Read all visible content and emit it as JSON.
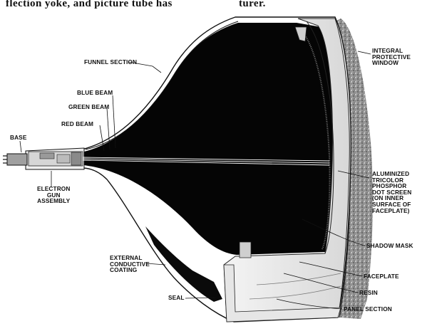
{
  "top_text": {
    "left": "flection  yoke,  and  picture  tube  has",
    "right": "turer."
  },
  "labels": {
    "base": "BASE",
    "funnel_section": "FUNNEL SECTION",
    "blue_beam": "BLUE BEAM",
    "green_beam": "GREEN BEAM",
    "red_beam": "RED BEAM",
    "electron_gun_assembly": [
      "ELECTRON",
      "GUN",
      "ASSEMBLY"
    ],
    "external_conductive_coating": [
      "EXTERNAL",
      "CONDUCTIVE",
      "COATING"
    ],
    "seal": "SEAL",
    "integral_protective_window": [
      "INTEGRAL",
      "PROTECTIVE",
      "WINDOW"
    ],
    "aluminized_screen": [
      "ALUMINIZED",
      "TRICOLOR",
      "PHOSPHOR",
      "DOT SCREEN",
      "(ON INNER",
      "SURFACE OF",
      "FACEPLATE)"
    ],
    "shadow_mask": "SHADOW MASK",
    "faceplate": "FACEPLATE",
    "resin": "RESIN",
    "panel_section": "PANEL SECTION"
  }
}
